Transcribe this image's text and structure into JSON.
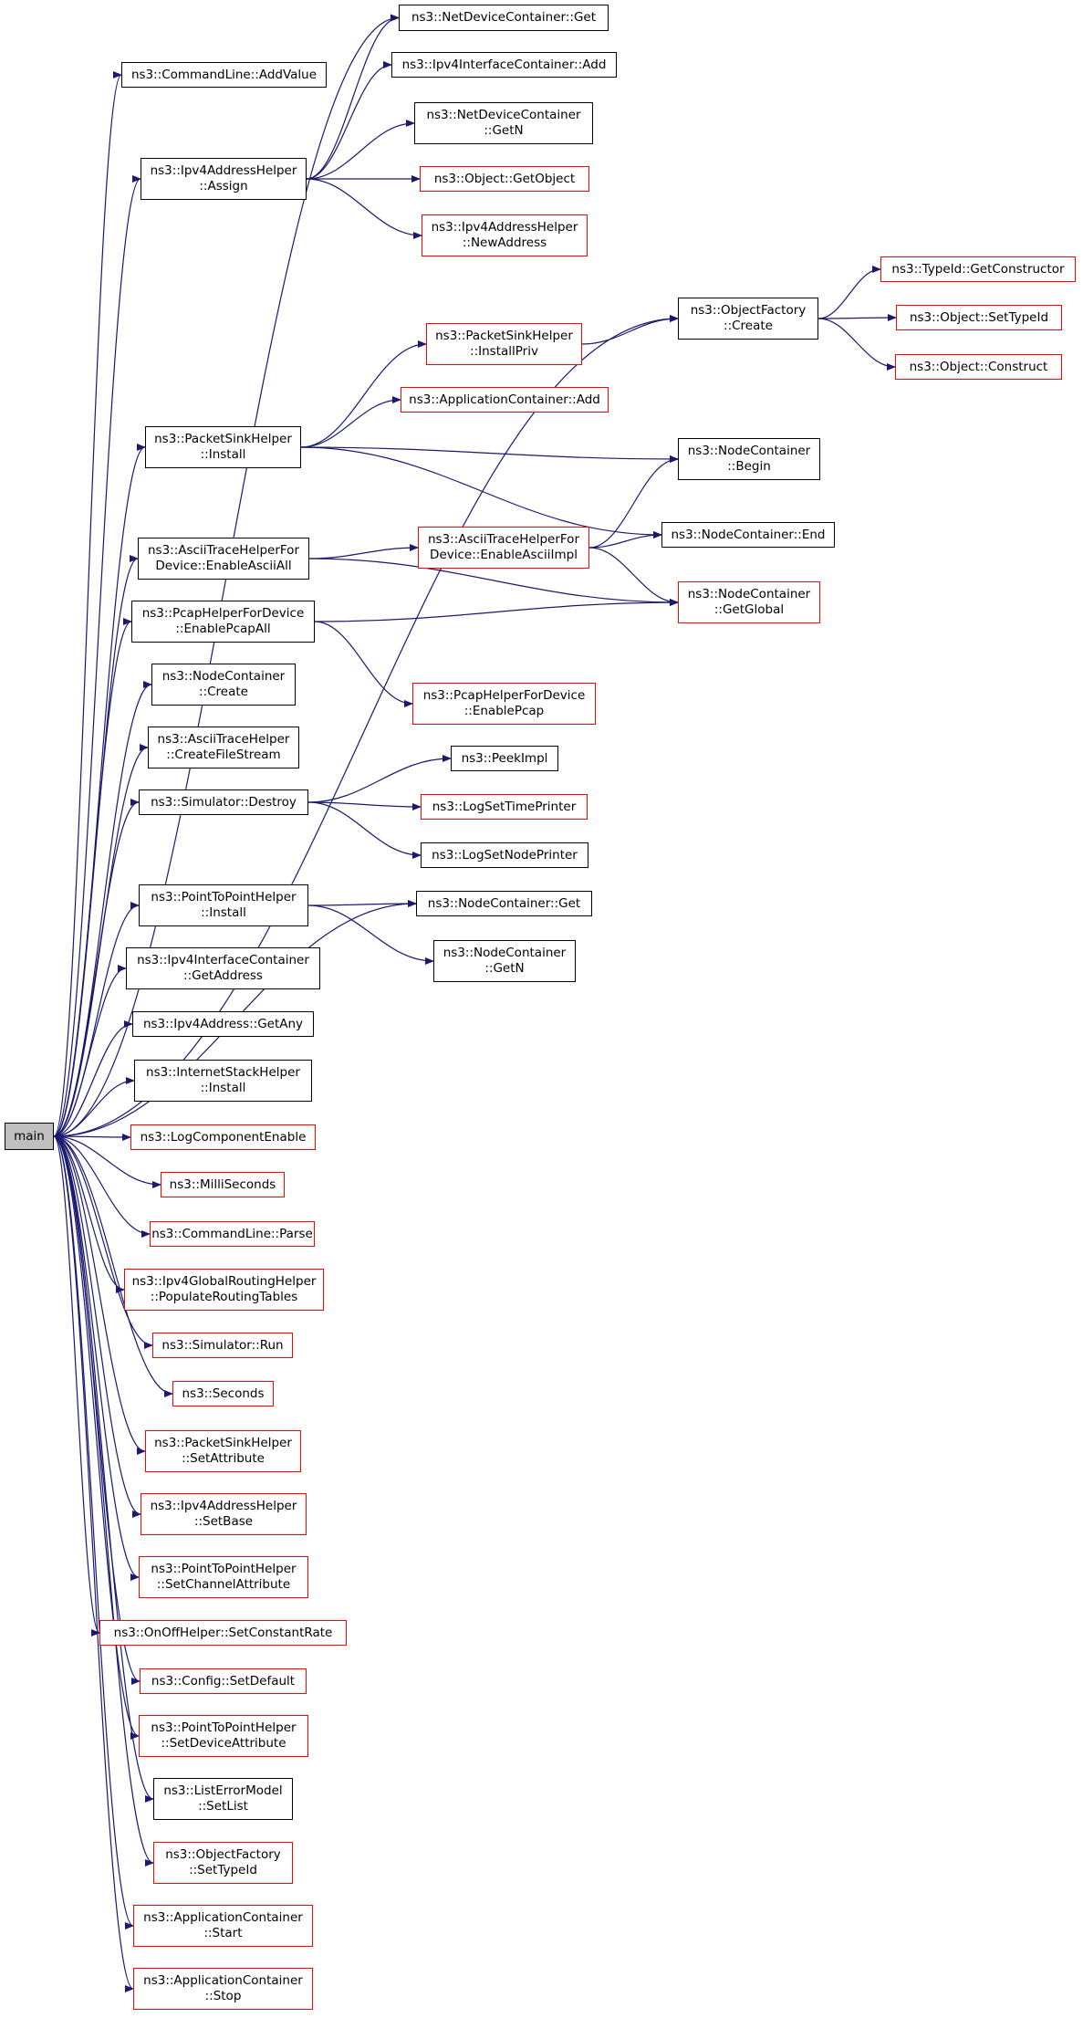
{
  "colors": {
    "edge": "#191970",
    "missing_border": "#ff0000",
    "normal_border": "#000000",
    "root_fill": "#bfbfbf"
  },
  "nodes": {
    "main": {
      "lines": [
        "main"
      ],
      "missing": false,
      "root": true
    },
    "CommandLine_AddValue": {
      "lines": [
        "ns3::CommandLine::AddValue"
      ],
      "missing": false
    },
    "NetDeviceContainer_Get": {
      "lines": [
        "ns3::NetDeviceContainer::Get"
      ],
      "missing": false
    },
    "Ipv4InterfaceContainer_Add": {
      "lines": [
        "ns3::Ipv4InterfaceContainer::Add"
      ],
      "missing": false
    },
    "Ipv4AddressHelper_Assign": {
      "lines": [
        "ns3::Ipv4AddressHelper",
        "::Assign"
      ],
      "missing": false
    },
    "NetDeviceContainer_GetN": {
      "lines": [
        "ns3::NetDeviceContainer",
        "::GetN"
      ],
      "missing": false
    },
    "Object_GetObject": {
      "lines": [
        "ns3::Object::GetObject"
      ],
      "missing": true
    },
    "Ipv4AddressHelper_NewAddress": {
      "lines": [
        "ns3::Ipv4AddressHelper",
        "::NewAddress"
      ],
      "missing": true
    },
    "TypeId_GetConstructor": {
      "lines": [
        "ns3::TypeId::GetConstructor"
      ],
      "missing": true
    },
    "ObjectFactory_Create": {
      "lines": [
        "ns3::ObjectFactory",
        "::Create"
      ],
      "missing": false
    },
    "Object_SetTypeId": {
      "lines": [
        "ns3::Object::SetTypeId"
      ],
      "missing": true
    },
    "PacketSinkHelper_InstallPriv": {
      "lines": [
        "ns3::PacketSinkHelper",
        "::InstallPriv"
      ],
      "missing": true
    },
    "Object_Construct": {
      "lines": [
        "ns3::Object::Construct"
      ],
      "missing": true
    },
    "ApplicationContainer_Add": {
      "lines": [
        "ns3::ApplicationContainer::Add"
      ],
      "missing": true
    },
    "PacketSinkHelper_Install": {
      "lines": [
        "ns3::PacketSinkHelper",
        "::Install"
      ],
      "missing": false
    },
    "NodeContainer_Begin": {
      "lines": [
        "ns3::NodeContainer",
        "::Begin"
      ],
      "missing": false
    },
    "AsciiTraceHelperForDevice_EnableAsciiAll": {
      "lines": [
        "ns3::AsciiTraceHelperFor",
        "Device::EnableAsciiAll"
      ],
      "missing": false
    },
    "AsciiTraceHelperForDevice_EnableAsciiImpl": {
      "lines": [
        "ns3::AsciiTraceHelperFor",
        "Device::EnableAsciiImpl"
      ],
      "missing": true
    },
    "NodeContainer_End": {
      "lines": [
        "ns3::NodeContainer::End"
      ],
      "missing": false
    },
    "NodeContainer_GetGlobal": {
      "lines": [
        "ns3::NodeContainer",
        "::GetGlobal"
      ],
      "missing": true
    },
    "PcapHelperForDevice_EnablePcapAll": {
      "lines": [
        "ns3::PcapHelperForDevice",
        "::EnablePcapAll"
      ],
      "missing": false
    },
    "PcapHelperForDevice_EnablePcap": {
      "lines": [
        "ns3::PcapHelperForDevice",
        "::EnablePcap"
      ],
      "missing": true
    },
    "NodeContainer_Create": {
      "lines": [
        "ns3::NodeContainer",
        "::Create"
      ],
      "missing": false
    },
    "AsciiTraceHelper_CreateFileStream": {
      "lines": [
        "ns3::AsciiTraceHelper",
        "::CreateFileStream"
      ],
      "missing": false
    },
    "PeekImpl": {
      "lines": [
        "ns3::PeekImpl"
      ],
      "missing": false
    },
    "Simulator_Destroy": {
      "lines": [
        "ns3::Simulator::Destroy"
      ],
      "missing": false
    },
    "LogSetTimePrinter": {
      "lines": [
        "ns3::LogSetTimePrinter"
      ],
      "missing": true
    },
    "LogSetNodePrinter": {
      "lines": [
        "ns3::LogSetNodePrinter"
      ],
      "missing": false
    },
    "PointToPointHelper_Install": {
      "lines": [
        "ns3::PointToPointHelper",
        "::Install"
      ],
      "missing": false
    },
    "NodeContainer_Get": {
      "lines": [
        "ns3::NodeContainer::Get"
      ],
      "missing": false
    },
    "NodeContainer_GetN": {
      "lines": [
        "ns3::NodeContainer",
        "::GetN"
      ],
      "missing": false
    },
    "Ipv4InterfaceContainer_GetAddress": {
      "lines": [
        "ns3::Ipv4InterfaceContainer",
        "::GetAddress"
      ],
      "missing": false
    },
    "Ipv4Address_GetAny": {
      "lines": [
        "ns3::Ipv4Address::GetAny"
      ],
      "missing": false
    },
    "InternetStackHelper_Install": {
      "lines": [
        "ns3::InternetStackHelper",
        "::Install"
      ],
      "missing": false
    },
    "LogComponentEnable": {
      "lines": [
        "ns3::LogComponentEnable"
      ],
      "missing": true
    },
    "MilliSeconds": {
      "lines": [
        "ns3::MilliSeconds"
      ],
      "missing": true
    },
    "CommandLine_Parse": {
      "lines": [
        "ns3::CommandLine::Parse"
      ],
      "missing": true
    },
    "Ipv4GlobalRoutingHelper_PopulateRoutingTables": {
      "lines": [
        "ns3::Ipv4GlobalRoutingHelper",
        "::PopulateRoutingTables"
      ],
      "missing": true
    },
    "Simulator_Run": {
      "lines": [
        "ns3::Simulator::Run"
      ],
      "missing": true
    },
    "Seconds": {
      "lines": [
        "ns3::Seconds"
      ],
      "missing": true
    },
    "PacketSinkHelper_SetAttribute": {
      "lines": [
        "ns3::PacketSinkHelper",
        "::SetAttribute"
      ],
      "missing": true
    },
    "Ipv4AddressHelper_SetBase": {
      "lines": [
        "ns3::Ipv4AddressHelper",
        "::SetBase"
      ],
      "missing": true
    },
    "PointToPointHelper_SetChannelAttribute": {
      "lines": [
        "ns3::PointToPointHelper",
        "::SetChannelAttribute"
      ],
      "missing": true
    },
    "OnOffHelper_SetConstantRate": {
      "lines": [
        "ns3::OnOffHelper::SetConstantRate"
      ],
      "missing": true
    },
    "Config_SetDefault": {
      "lines": [
        "ns3::Config::SetDefault"
      ],
      "missing": true
    },
    "PointToPointHelper_SetDeviceAttribute": {
      "lines": [
        "ns3::PointToPointHelper",
        "::SetDeviceAttribute"
      ],
      "missing": true
    },
    "ListErrorModel_SetList": {
      "lines": [
        "ns3::ListErrorModel",
        "::SetList"
      ],
      "missing": false
    },
    "ObjectFactory_SetTypeId": {
      "lines": [
        "ns3::ObjectFactory",
        "::SetTypeId"
      ],
      "missing": true
    },
    "ApplicationContainer_Start": {
      "lines": [
        "ns3::ApplicationContainer",
        "::Start"
      ],
      "missing": true
    },
    "ApplicationContainer_Stop": {
      "lines": [
        "ns3::ApplicationContainer",
        "::Stop"
      ],
      "missing": true
    }
  },
  "edges": [
    [
      "main",
      "CommandLine_AddValue"
    ],
    [
      "main",
      "NetDeviceContainer_Get"
    ],
    [
      "main",
      "Ipv4AddressHelper_Assign"
    ],
    [
      "main",
      "ObjectFactory_Create"
    ],
    [
      "main",
      "PacketSinkHelper_Install"
    ],
    [
      "main",
      "AsciiTraceHelperForDevice_EnableAsciiAll"
    ],
    [
      "main",
      "PcapHelperForDevice_EnablePcapAll"
    ],
    [
      "main",
      "NodeContainer_Create"
    ],
    [
      "main",
      "AsciiTraceHelper_CreateFileStream"
    ],
    [
      "main",
      "Simulator_Destroy"
    ],
    [
      "main",
      "NodeContainer_Get"
    ],
    [
      "main",
      "PointToPointHelper_Install"
    ],
    [
      "main",
      "Ipv4InterfaceContainer_GetAddress"
    ],
    [
      "main",
      "Ipv4Address_GetAny"
    ],
    [
      "main",
      "InternetStackHelper_Install"
    ],
    [
      "main",
      "LogComponentEnable"
    ],
    [
      "main",
      "MilliSeconds"
    ],
    [
      "main",
      "CommandLine_Parse"
    ],
    [
      "main",
      "Ipv4GlobalRoutingHelper_PopulateRoutingTables"
    ],
    [
      "main",
      "Simulator_Run"
    ],
    [
      "main",
      "Seconds"
    ],
    [
      "main",
      "PacketSinkHelper_SetAttribute"
    ],
    [
      "main",
      "Ipv4AddressHelper_SetBase"
    ],
    [
      "main",
      "PointToPointHelper_SetChannelAttribute"
    ],
    [
      "main",
      "OnOffHelper_SetConstantRate"
    ],
    [
      "main",
      "Config_SetDefault"
    ],
    [
      "main",
      "PointToPointHelper_SetDeviceAttribute"
    ],
    [
      "main",
      "ListErrorModel_SetList"
    ],
    [
      "main",
      "ObjectFactory_SetTypeId"
    ],
    [
      "main",
      "ApplicationContainer_Start"
    ],
    [
      "main",
      "ApplicationContainer_Stop"
    ],
    [
      "Ipv4AddressHelper_Assign",
      "NetDeviceContainer_Get"
    ],
    [
      "Ipv4AddressHelper_Assign",
      "Ipv4InterfaceContainer_Add"
    ],
    [
      "Ipv4AddressHelper_Assign",
      "NetDeviceContainer_GetN"
    ],
    [
      "Ipv4AddressHelper_Assign",
      "Object_GetObject"
    ],
    [
      "Ipv4AddressHelper_Assign",
      "Ipv4AddressHelper_NewAddress"
    ],
    [
      "ObjectFactory_Create",
      "TypeId_GetConstructor"
    ],
    [
      "ObjectFactory_Create",
      "Object_SetTypeId"
    ],
    [
      "ObjectFactory_Create",
      "Object_Construct"
    ],
    [
      "PacketSinkHelper_InstallPriv",
      "ObjectFactory_Create"
    ],
    [
      "PacketSinkHelper_Install",
      "PacketSinkHelper_InstallPriv"
    ],
    [
      "PacketSinkHelper_Install",
      "ApplicationContainer_Add"
    ],
    [
      "PacketSinkHelper_Install",
      "NodeContainer_Begin"
    ],
    [
      "PacketSinkHelper_Install",
      "NodeContainer_End"
    ],
    [
      "AsciiTraceHelperForDevice_EnableAsciiAll",
      "AsciiTraceHelperForDevice_EnableAsciiImpl"
    ],
    [
      "AsciiTraceHelperForDevice_EnableAsciiAll",
      "NodeContainer_GetGlobal"
    ],
    [
      "AsciiTraceHelperForDevice_EnableAsciiImpl",
      "NodeContainer_Begin"
    ],
    [
      "AsciiTraceHelperForDevice_EnableAsciiImpl",
      "NodeContainer_End"
    ],
    [
      "AsciiTraceHelperForDevice_EnableAsciiImpl",
      "NodeContainer_GetGlobal"
    ],
    [
      "PcapHelperForDevice_EnablePcapAll",
      "NodeContainer_GetGlobal"
    ],
    [
      "PcapHelperForDevice_EnablePcapAll",
      "PcapHelperForDevice_EnablePcap"
    ],
    [
      "Simulator_Destroy",
      "PeekImpl"
    ],
    [
      "Simulator_Destroy",
      "LogSetTimePrinter"
    ],
    [
      "Simulator_Destroy",
      "LogSetNodePrinter"
    ],
    [
      "PointToPointHelper_Install",
      "NodeContainer_Get"
    ],
    [
      "PointToPointHelper_Install",
      "NodeContainer_GetN"
    ]
  ]
}
